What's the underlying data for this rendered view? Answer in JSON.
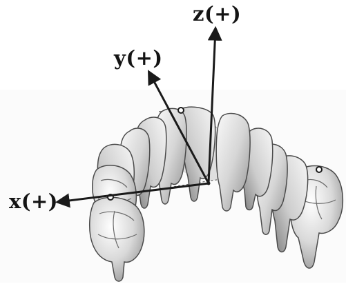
{
  "figure": {
    "axes": {
      "x": {
        "label": "x(+)"
      },
      "y": {
        "label": "y(+)"
      },
      "z": {
        "label": "z(+)"
      }
    },
    "subject": "dental-arch-3d-model",
    "colors": {
      "tooth_light": "#f2f2f2",
      "tooth_mid": "#cfcfcf",
      "tooth_dark": "#8c8c8c",
      "outline": "#4a4a4a",
      "axis": "#1a1a1a",
      "plane_fill": "#bdbdbd"
    }
  }
}
